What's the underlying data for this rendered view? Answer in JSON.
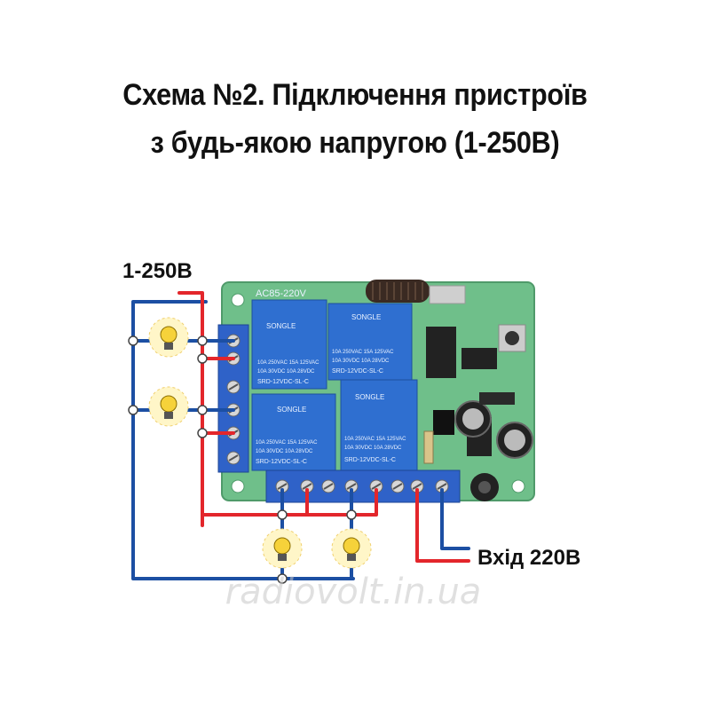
{
  "title": {
    "line1": "Схема №2.  Підключення пристроїв",
    "line2": "з будь-якою напругою (1-250В)"
  },
  "labels": {
    "voltage_range": "1-250В",
    "input": "Вхід 220В"
  },
  "board": {
    "silkscreen": "AC85-220V",
    "relay_model": "SRD-12VDC-SL-C",
    "relay_brand": "SONGLE",
    "relay_rating_1": "10A 250VAC  15A 125VAC",
    "relay_rating_2": "10A  30VDC  10A  28VDC"
  },
  "watermark": "radiovolt.in.ua",
  "colors": {
    "phase_wire": "#e3262b",
    "neutral_wire": "#1c4fa3",
    "pcb": "#6fbf8a",
    "relay": "#2f6fd0",
    "terminal": "#2f62c8",
    "lamp": "#f6d23a"
  },
  "icons": {
    "lamp": "light-bulb-icon",
    "antenna": "antenna-coil-icon",
    "screw": "screw-terminal-icon"
  }
}
